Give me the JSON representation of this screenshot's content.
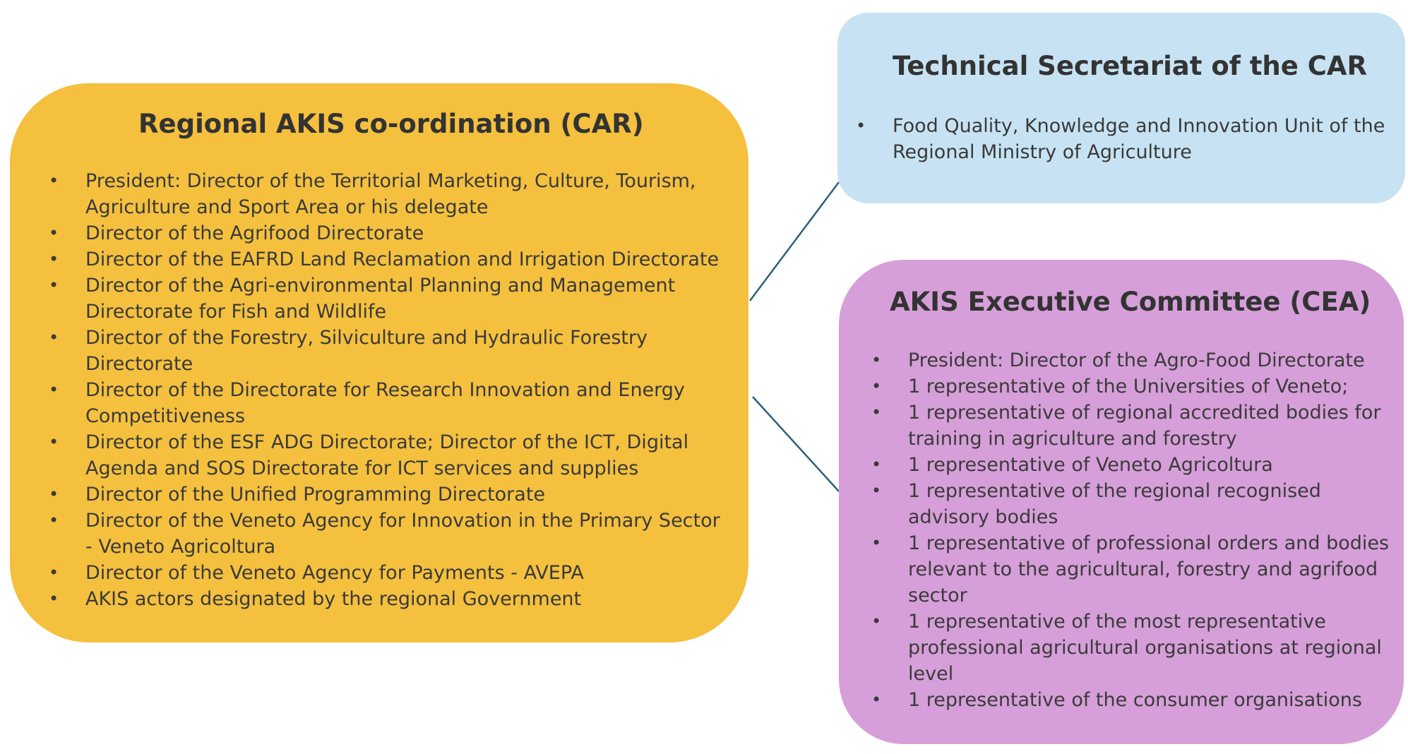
{
  "car": {
    "title": "Regional AKIS co-ordination (CAR)",
    "items": [
      "President: Director of the Territorial Marketing, Culture, Tourism, Agriculture and Sport Area or his delegate",
      "Director of the Agrifood Directorate",
      "Director of the EAFRD Land Reclamation and Irrigation Directorate",
      "Director of the Agri-environmental Planning and Management Directorate for Fish and Wildlife",
      "Director of the Forestry, Silviculture and Hydraulic Forestry Directorate",
      "Director of the Directorate for Research Innovation and Energy Competitiveness",
      "Director of the ESF ADG Directorate; Director of the ICT, Digital Agenda and SOS Directorate for ICT services and supplies",
      "Director of the Unified Programming Directorate",
      "Director of the Veneto Agency for Innovation in the Primary Sector - Veneto Agricoltura",
      "Director of the Veneto Agency for Payments - AVEPA",
      "AKIS  actors designated by the regional Government"
    ]
  },
  "secretariat": {
    "title": "Technical Secretariat of the CAR",
    "items": [
      "Food Quality, Knowledge and Innovation Unit of the Regional Ministry of Agriculture"
    ]
  },
  "cea": {
    "title": "AKIS Executive Committee (CEA)",
    "items": [
      "President: Director of the Agro-Food Directorate",
      "1 representative  of the Universities of Veneto;",
      "1 representative of regional accredited bodies for training in agriculture and forestry",
      "1 representative of Veneto Agricoltura",
      "1 representative of the regional recognised advisory bodies",
      "1 representative of professional orders and bodies relevant to the agricultural, forestry and agrifood sector",
      "1 representative of the most representative professional agricultural organisations at regional level",
      "1 representative of the consumer organisations"
    ]
  },
  "colors": {
    "car_fill": "#f4c03e",
    "secretariat_fill": "#c7e3f3",
    "cea_fill": "#d69fd9",
    "connector": "#2f5f7a"
  }
}
